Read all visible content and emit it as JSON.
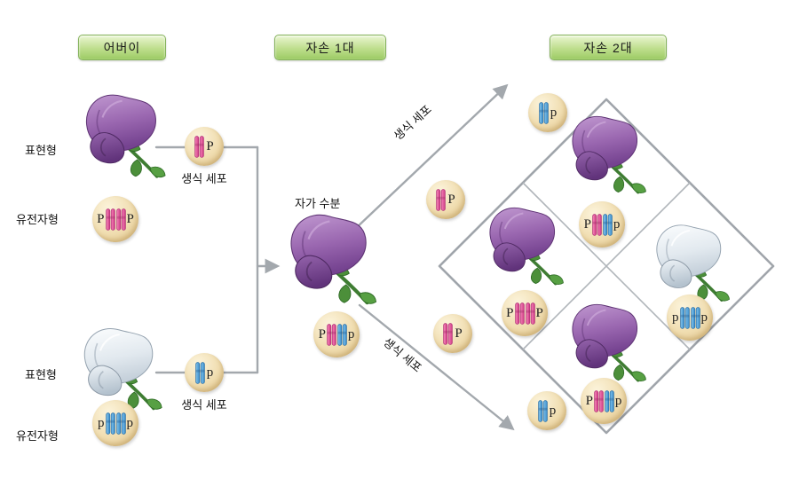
{
  "headers": {
    "parents": "어버이",
    "f1": "자손 1대",
    "f2": "자손 2대"
  },
  "labels": {
    "phenotype_top": "표현형",
    "genotype_top": "유전자형",
    "phenotype_bottom": "표현형",
    "genotype_bottom": "유전자형",
    "gamete_parent_top": "생식 세포",
    "gamete_parent_bottom": "생식 세포",
    "self_pollination": "자가 수분",
    "gamete_diagonal_top": "생식 세포",
    "gamete_diagonal_bottom": "생식 세포"
  },
  "parent_top": {
    "alleles": [
      "P",
      "P"
    ],
    "gamete": "P"
  },
  "parent_bottom": {
    "alleles": [
      "p",
      "p"
    ],
    "gamete": "p"
  },
  "f1": {
    "alleles": [
      "P",
      "p"
    ]
  },
  "f1_gametes": {
    "upper_far": "p",
    "upper_near": "P",
    "lower_near": "P",
    "lower_far": "p"
  },
  "punnett": {
    "top": [
      "P",
      "p"
    ],
    "left": [
      "P",
      "P"
    ],
    "right": [
      "p",
      "p"
    ],
    "bottom": [
      "P",
      "p"
    ]
  },
  "colors": {
    "dominant_chromosome": "#d84a90",
    "recessive_chromosome": "#4a9ad6",
    "header_green": "#b8dc8c",
    "gamete_circle": "#f3e2b8",
    "connector_gray": "#a3a8ad",
    "flower_purple": "#8a56a2",
    "flower_white": "#e8eef3"
  }
}
